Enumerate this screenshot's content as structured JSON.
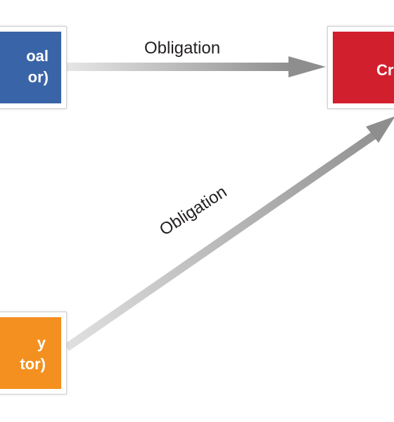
{
  "diagram": {
    "nodes": {
      "principal": {
        "lines": [
          "oal",
          "or)"
        ],
        "color": "#3a64a8"
      },
      "creditor": {
        "lines": [
          "Cr"
        ],
        "color": "#d21f2d"
      },
      "surety": {
        "lines": [
          "y",
          "tor)"
        ],
        "color": "#f3901f"
      }
    },
    "edges": [
      {
        "from": "principal",
        "to": "creditor",
        "label": "Obligation"
      },
      {
        "from": "surety",
        "to": "creditor",
        "label": "Obligation"
      }
    ],
    "arrow_color": "#a9a9a9"
  }
}
